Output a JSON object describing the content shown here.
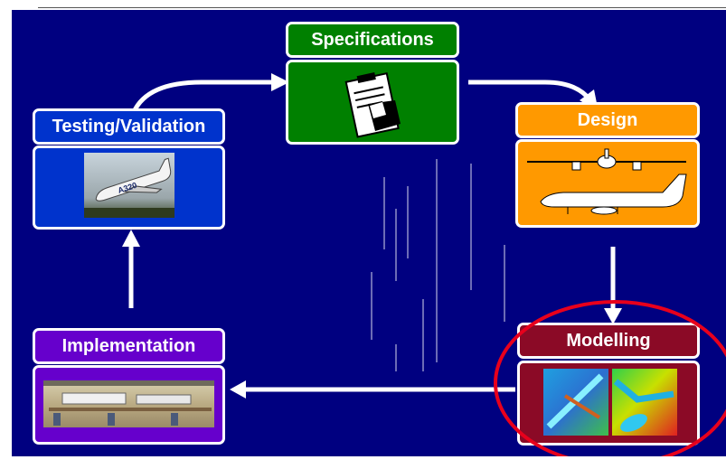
{
  "cycle": {
    "specifications": {
      "label": "Specifications",
      "icon": "clipboard-icon"
    },
    "design": {
      "label": "Design",
      "icon": "aircraft-drawing-icon"
    },
    "modelling": {
      "label": "Modelling",
      "icon": "cfd-simulation-icon"
    },
    "implementation": {
      "label": "Implementation",
      "icon": "assembly-line-icon"
    },
    "testing": {
      "label": "Testing/Validation",
      "icon": "aircraft-photo-icon"
    }
  },
  "photo_text": {
    "aircraft_livery": "A320"
  },
  "colors": {
    "background": "#000080",
    "specifications": "#008000",
    "design": "#FF9900",
    "modelling": "#8B0A26",
    "implementation": "#6600CC",
    "testing": "#0033CC",
    "highlight": "#E8001C",
    "arrow": "#FFFFFF"
  }
}
